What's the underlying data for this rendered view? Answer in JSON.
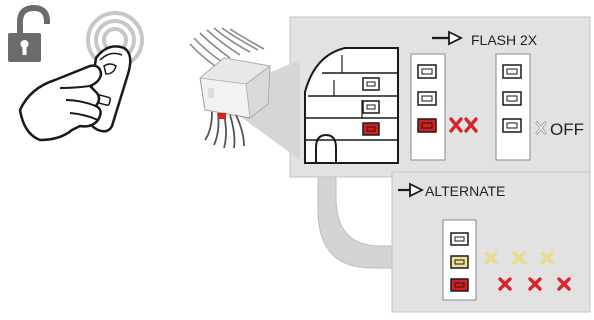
{
  "labels": {
    "flash": "FLASH 2X",
    "alternate": "ALTERNATE",
    "off": "OFF"
  },
  "icons": {
    "lock": "unlocked-padlock-icon",
    "hand": "hand-holding-key-fob-icon",
    "signal": "wireless-signal-icon",
    "module": "control-module-icon",
    "arrow": "arrow-right-icon",
    "led": "led-indicator-icon",
    "cross": "x-mark-icon"
  },
  "colors": {
    "panel": "#e2e2e2",
    "panel_border": "#c2c2c2",
    "red_led": "#d81e1e",
    "yellow_led": "#efe39a",
    "x_red": "#d8242a",
    "x_yellow": "#e8dc8a",
    "lock": "#6b6b6b"
  }
}
